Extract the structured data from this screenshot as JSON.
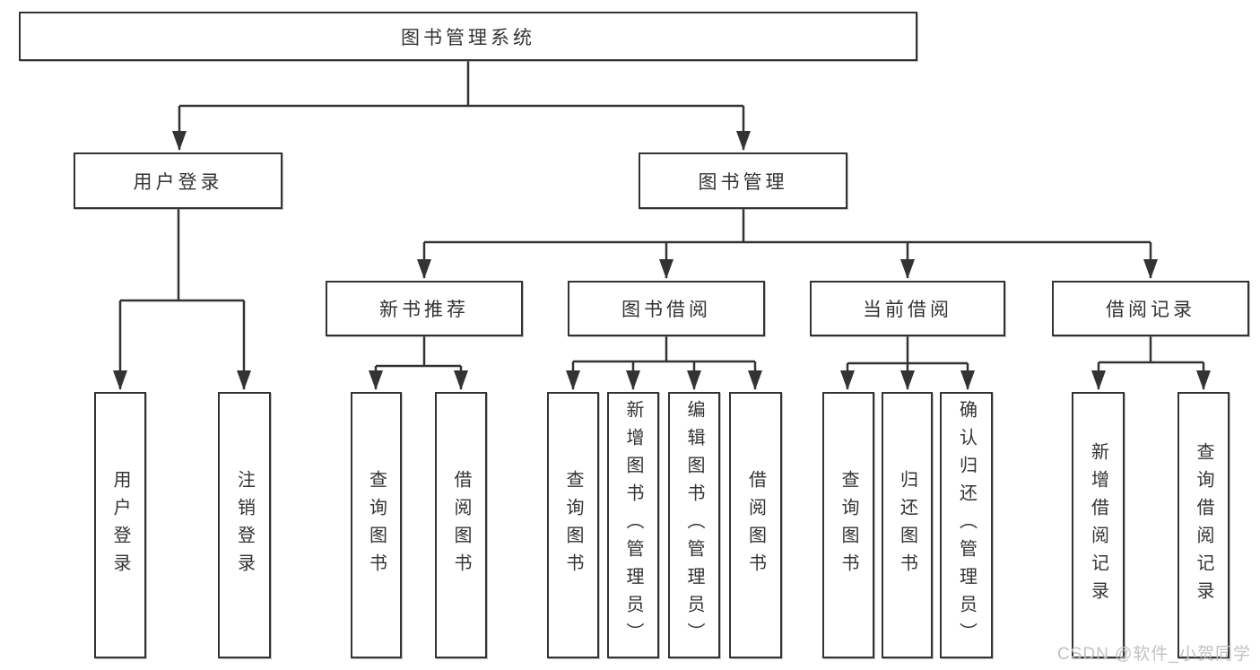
{
  "diagram": {
    "root": "图书管理系统",
    "user_login": {
      "label": "用户登录",
      "children": [
        "用户登录",
        "注销登录"
      ]
    },
    "book_mgmt": {
      "label": "图书管理",
      "sections": [
        {
          "label": "新书推荐",
          "children": [
            "查询图书",
            "借阅图书"
          ]
        },
        {
          "label": "图书借阅",
          "children": [
            "查询图书",
            "新增图书（管理员）",
            "编辑图书（管理员）",
            "借阅图书"
          ]
        },
        {
          "label": "当前借阅",
          "children": [
            "查询图书",
            "归还图书",
            "确认归还（管理员）"
          ]
        },
        {
          "label": "借阅记录",
          "children": [
            "新增借阅记录",
            "查询借阅记录"
          ]
        }
      ]
    },
    "watermark": "CSDN @软件_小贺同学",
    "colors": {
      "line": "#333333",
      "text": "#333333",
      "box_background": "#ffffff",
      "watermark": "#c2c2c2"
    }
  }
}
